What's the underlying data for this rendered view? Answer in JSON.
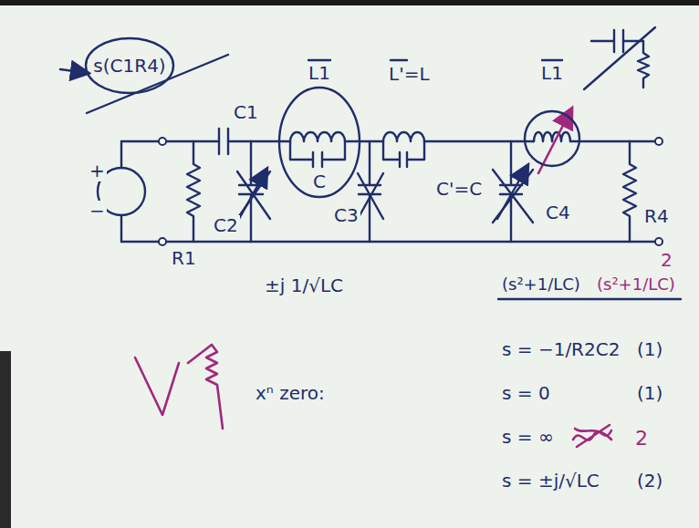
{
  "diagram": {
    "nodes": [
      {
        "text": [
          "s(C1R4)"
        ]
      },
      {
        "text": [
          "L1",
          "C"
        ]
      },
      {
        "text": [
          "L1"
        ]
      }
    ],
    "labels": [
      "+",
      "−",
      "C1",
      "R1",
      "C2",
      "L'=L",
      "C'=C",
      "C3",
      "C4",
      "R4",
      "2",
      "(s²+1/LC)",
      "(s²+1/LC)",
      "±j 1/√LC",
      "xⁿ zero:",
      "s = −1/R2C2",
      "(1)",
      "s = 0",
      "(1)",
      "s = ∞",
      "2",
      "s = ±j/√LC",
      "(2)"
    ]
  }
}
